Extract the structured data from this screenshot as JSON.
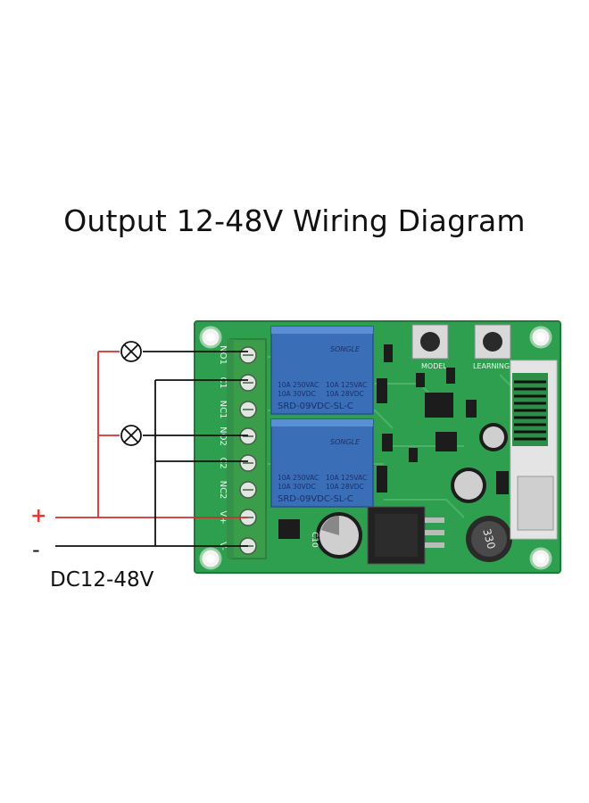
{
  "title": "Output 12-48V Wiring Diagram",
  "power": {
    "plus_label": "+",
    "minus_label": "-",
    "voltage_label": "DC12-48V"
  },
  "terminals": [
    "NO1",
    "C1",
    "NC1",
    "NO2",
    "C2",
    "NC2",
    "V+",
    "V-"
  ],
  "relays": [
    {
      "brand": "SONGLE",
      "rating1": "10A 250VAC",
      "rating2": "10A 125VAC",
      "rating3": "10A 30VDC",
      "rating4": "10A 28VDC",
      "model": "SRD-09VDC-SL-C"
    },
    {
      "brand": "SONGLE",
      "rating1": "10A 250VAC",
      "rating2": "10A 125VAC",
      "rating3": "10A 30VDC",
      "rating4": "10A 28VDC",
      "model": "SRD-09VDC-SL-C"
    }
  ],
  "buttons": {
    "model": "MODEL",
    "learning": "LEARNING"
  },
  "inductor_label": "330",
  "capacitor_label": "C10",
  "colors": {
    "pcb": "#2e9e4f",
    "relay": "#3a6fb8",
    "positive_wire": "#d32f2f",
    "negative_wire": "#111111",
    "terminal": "#3a9d4a"
  }
}
